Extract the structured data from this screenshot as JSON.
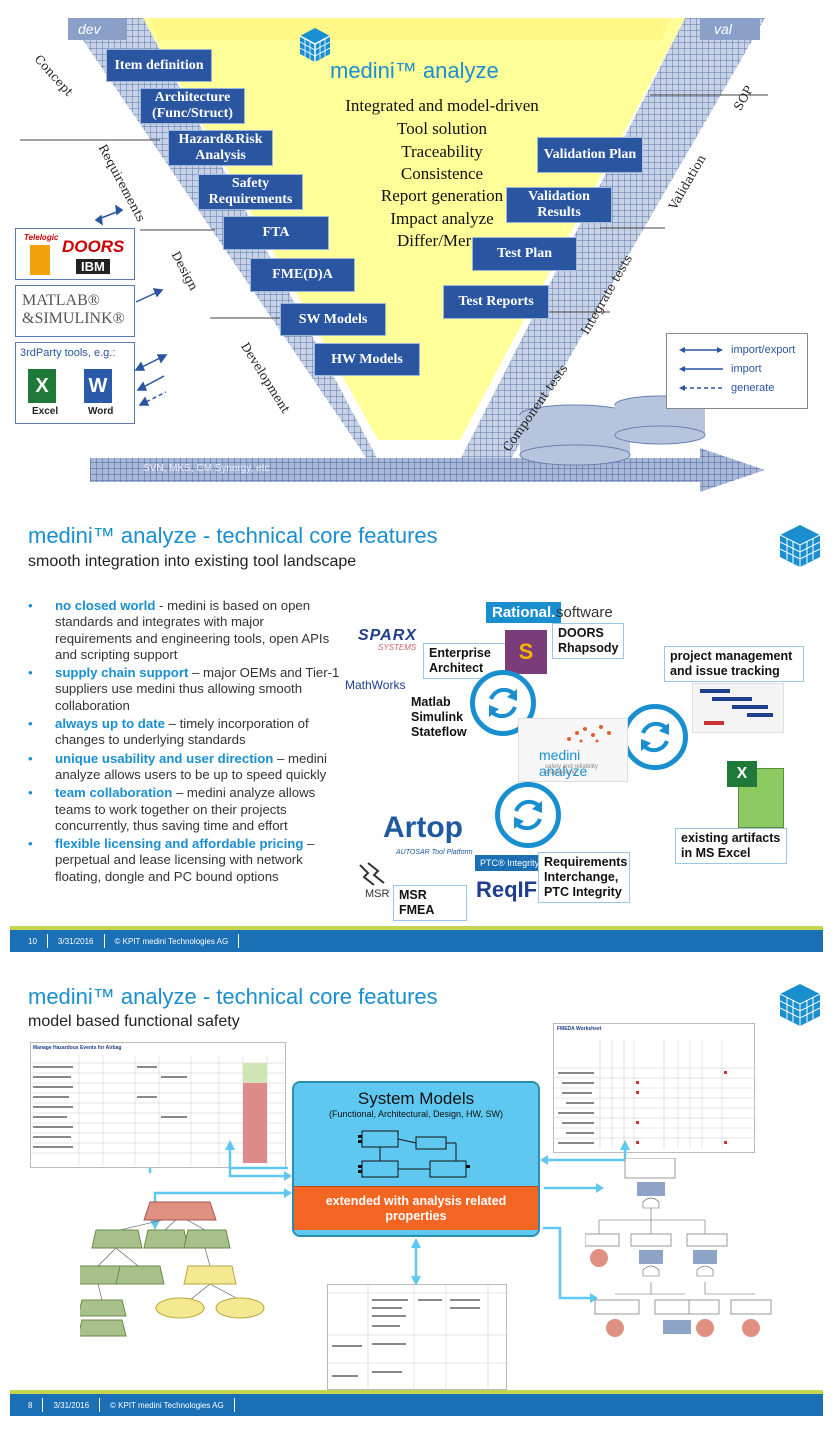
{
  "slide1": {
    "dev_label": "dev",
    "val_label": "val",
    "product_title": "medini™ analyze",
    "features": [
      "Integrated and model-driven",
      "Tool solution",
      "Traceability",
      "Consistence",
      "Report generation",
      "Impact analyze",
      "Differ/Merge"
    ],
    "left_boxes": [
      "Item definition",
      "Architecture (Func/Struct)",
      "Hazard&Risk Analysis",
      "Safety Requirements",
      "FTA",
      "FME(D)A",
      "SW Models",
      "HW Models"
    ],
    "right_boxes": [
      "Validation Plan",
      "Validation Results",
      "Test Plan",
      "Test Reports"
    ],
    "phases_left": [
      "Concept",
      "Requirements",
      "Design",
      "Development"
    ],
    "phases_right": [
      "SOP",
      "Validation",
      "Integrate tests",
      "Component tests"
    ],
    "tools": {
      "telelogic": "Telelogic",
      "doors": "DOORS",
      "ibm": "IBM",
      "matlab": "MATLAB® &SIMULINK®",
      "third_party": "3rdParty tools, e.g.:",
      "excel": "Excel",
      "word": "Word"
    },
    "legend": [
      "import/export",
      "import",
      "generate"
    ],
    "bottom_arrow": "SVN, MKS, CM Synergy, etc."
  },
  "slide2": {
    "title": "medini™ analyze - technical core features",
    "subtitle": "smooth integration into existing tool landscape",
    "bullets": [
      {
        "kw": "no closed world",
        "text": " - medini is based on open standards and integrates with major requirements and engineering tools, open APIs and scripting support"
      },
      {
        "kw": "supply chain support",
        "text": " – major OEMs and Tier-1 suppliers use medini thus allowing smooth collaboration"
      },
      {
        "kw": "always up to date",
        "text": " – timely incorporation of changes to underlying standards"
      },
      {
        "kw": "unique usability and user direction",
        "text": " – medini analyze allows users to be up to speed quickly"
      },
      {
        "kw": "team collaboration",
        "text": " – medini analyze allows teams to work together on their projects concurrently, thus saving time and effort"
      },
      {
        "kw": "flexible licensing and affordable pricing",
        "text": " – perpetual and lease licensing with network floating, dongle and PC bound options"
      }
    ],
    "labels": {
      "sparx": "SPARX",
      "sparx_sub": "SYSTEMS",
      "enterprise_architect": "Enterprise Architect",
      "rational": "Rational.",
      "software": "software",
      "doors_rhapsody": "DOORS Rhapsody",
      "mathworks": "MathWorks",
      "matlab_sim": "Matlab Simulink Stateflow",
      "project_mgmt": "project management and issue tracking",
      "medini_logo": "medini analyze",
      "medini_logo_sub": "safety and reliability engineering",
      "artop": "Artop",
      "artop_sub": "AUTOSAR Tool Platform",
      "ptc": "PTC® Integrity",
      "reqif": "ReqIF",
      "requirements": "Requirements Interchange, PTC Integrity",
      "existing": "existing artifacts in MS Excel",
      "msr": "MSR",
      "msr_fmea": "MSR FMEA"
    },
    "footer": {
      "page": "10",
      "date": "3/31/2016",
      "company": "© KPIT medini Technologies AG"
    }
  },
  "slide3": {
    "title": "medini™ analyze - technical core features",
    "subtitle": "model based functional safety",
    "system_models_title": "System Models",
    "system_models_sub": "(Functional, Architectural, Design, HW, SW)",
    "extended": "extended with analysis related properties",
    "hazard_table_title": "Manage Hazardous Events for Airbag",
    "fmeda_title": "FMEDA Worksheet",
    "footer": {
      "page": "8",
      "date": "3/31/2016",
      "company": "© KPIT medini Technologies AG"
    }
  },
  "colors": {
    "accent_blue": "#1a8fd0",
    "dark_blue": "#2a55a0",
    "footer_blue": "#1a6fb5",
    "green_bar": "#c5d44e",
    "orange": "#f26522",
    "panel_blue": "#5ec8f0"
  }
}
